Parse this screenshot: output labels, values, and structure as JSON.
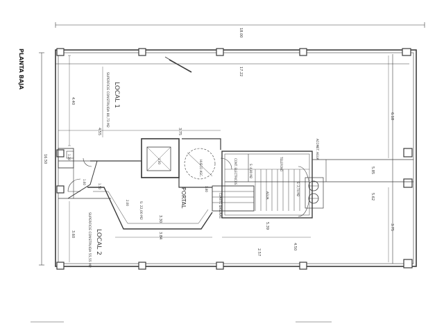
{
  "plan": {
    "title": "PLANTA BAJA",
    "dims": {
      "total_top": "18.00",
      "inner_top": "17.22",
      "right_a": "6.18",
      "right_b": "5.85",
      "right_c": "5.62",
      "right_d": "3.75",
      "left_total": "16.50",
      "left_a": "4.40",
      "left_b": "3.60",
      "mid_a": "4.55",
      "mid_b": "3.75",
      "mid_c": "3.30",
      "mid_d": "3.84",
      "mid_e": "5.39",
      "small_1": "1.00",
      "small_2": "1.20",
      "small_3": "2.00",
      "small_4": "1.60",
      "small_5": "1.80",
      "small_6": "1.50",
      "small_7": "2.57",
      "small_8": "4.50"
    },
    "rooms": {
      "local1_name": "LOCAL 1",
      "local1_area": "SUPERFICIE CONSTRUIDA 80,73 M2",
      "local2_name": "LOCAL 2",
      "local2_area": "SUPERFICIE CONSTRUIDA 55,55 M2",
      "portal_name": "PORTAL",
      "portal_area": "S: 22,00 M2",
      "contador_elec": "CONT. ELECTRICOS",
      "contador_tel": "TELEFONO",
      "cuarto_basura": "CUARTO BASURAS",
      "agua": "AGUA",
      "acometida": "ACOMET. AGUA",
      "hueco": "HUECO ASC.",
      "cuadro": "S: 2,74 M2",
      "area_small": "S: 4,80 M2"
    }
  }
}
